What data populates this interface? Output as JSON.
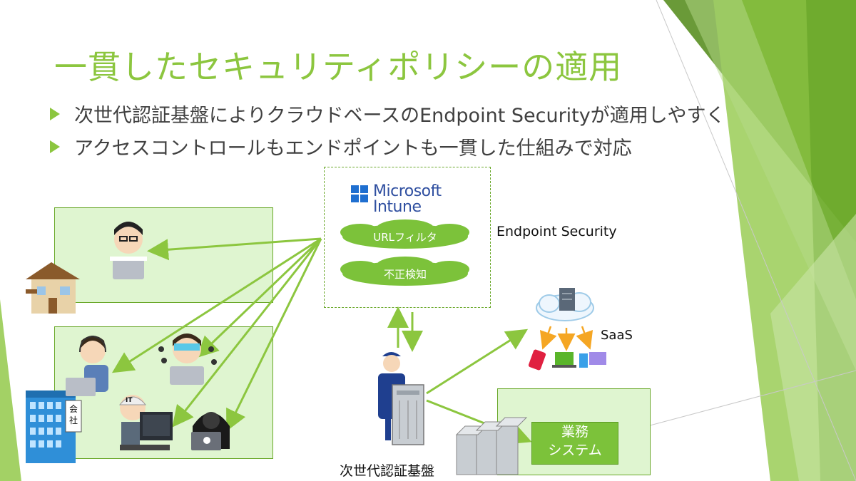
{
  "slide": {
    "title": "一貫したセキュリティポリシーの適用",
    "bullets": [
      "次世代認証基盤によりクラウドベースのEndpoint Securityが適用しやすく",
      "アクセスコントロールもエンドポイントも一貫した仕組みで対応"
    ]
  },
  "intune": {
    "brand_line1": "Microsoft",
    "brand_line2": "Intune",
    "features": [
      "URLフィルタ",
      "不正検知"
    ],
    "side_label": "Endpoint Security"
  },
  "saas": {
    "label": "SaaS"
  },
  "auth": {
    "label": "次世代認証基盤"
  },
  "business_system": {
    "label_line1": "業務",
    "label_line2": "システム"
  },
  "office": {
    "sign": "会社"
  },
  "worker": {
    "badge": "IT"
  },
  "colors": {
    "accent_green": "#8cc63f",
    "box_fill": "#dff5d0",
    "arrow_green": "#8cc63f",
    "ms_blue": "#2f6fd0",
    "saas_arrow": "#f5a623"
  }
}
